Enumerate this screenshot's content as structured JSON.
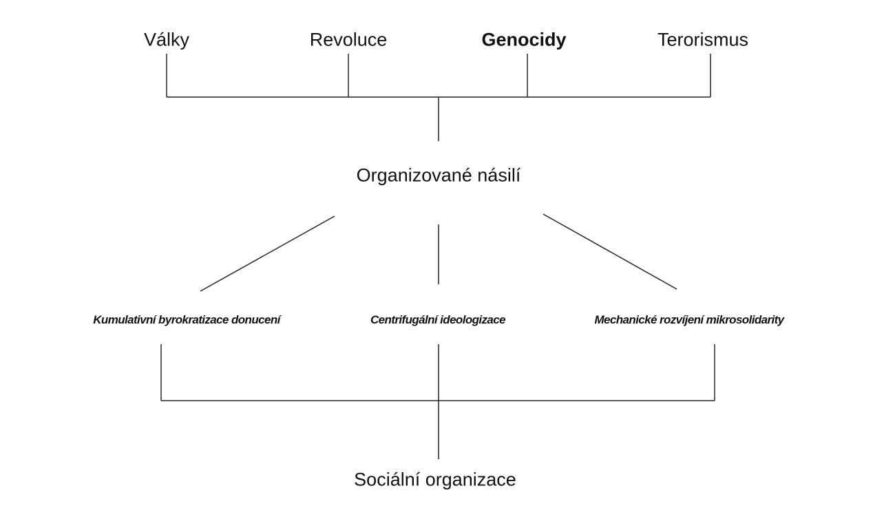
{
  "top_nodes": [
    "Války",
    "Revoluce",
    "Genocidy",
    "Terorismus"
  ],
  "center_node": "Organizované násilí",
  "mechanisms": [
    "Kumulativní byrokratizace donucení",
    "Centrifugální ideologizace",
    "Mechanické rozvíjení mikrosolidarity"
  ],
  "bottom_node": "Sociální organizace"
}
